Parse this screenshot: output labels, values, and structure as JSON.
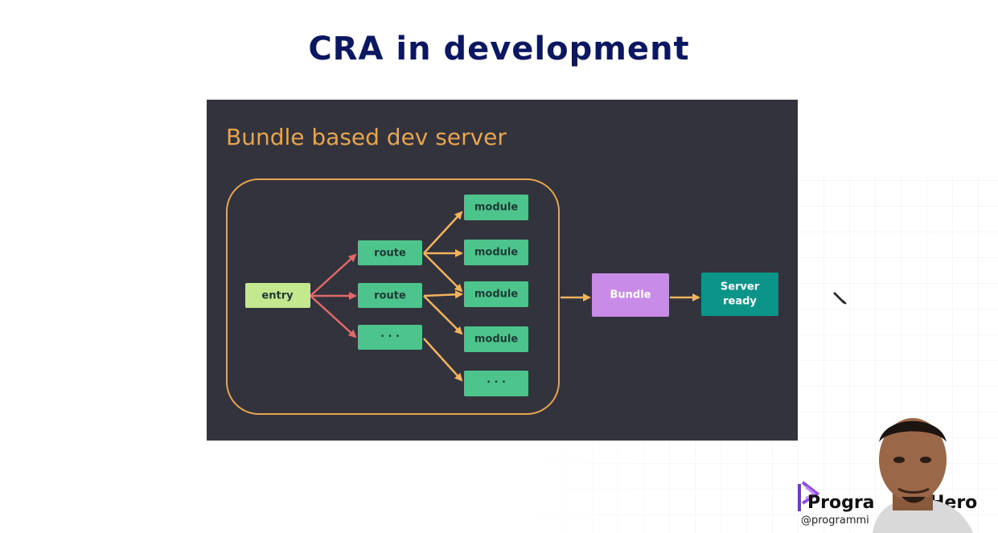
{
  "page": {
    "title": "CRA in development"
  },
  "slide": {
    "title": "Bundle based dev server",
    "nodes": {
      "entry": "entry",
      "route_1": "route",
      "route_2": "route",
      "route_ellipsis": "· · ·",
      "module_1": "module",
      "module_2": "module",
      "module_3": "module",
      "module_4": "module",
      "module_ellipsis": "· · ·",
      "bundle": "Bundle",
      "server_ready_line1": "Server",
      "server_ready_line2": "ready"
    }
  },
  "colors": {
    "title": "#0b1760",
    "slide_bg": "#32333d",
    "accent_orange": "#e6a54e",
    "node_green": "#4dc48b",
    "entry_green": "#c3e88d",
    "bundle_purple": "#c88be8",
    "server_teal": "#0d9488",
    "arrow_red": "#e06a6a",
    "arrow_orange": "#f2b35e"
  },
  "branding": {
    "name_left": "Progra",
    "name_right": "Hero",
    "handle": "@programmi"
  },
  "icons": {
    "cursor": "pen-cursor-icon",
    "logo": "play-logo-icon"
  }
}
